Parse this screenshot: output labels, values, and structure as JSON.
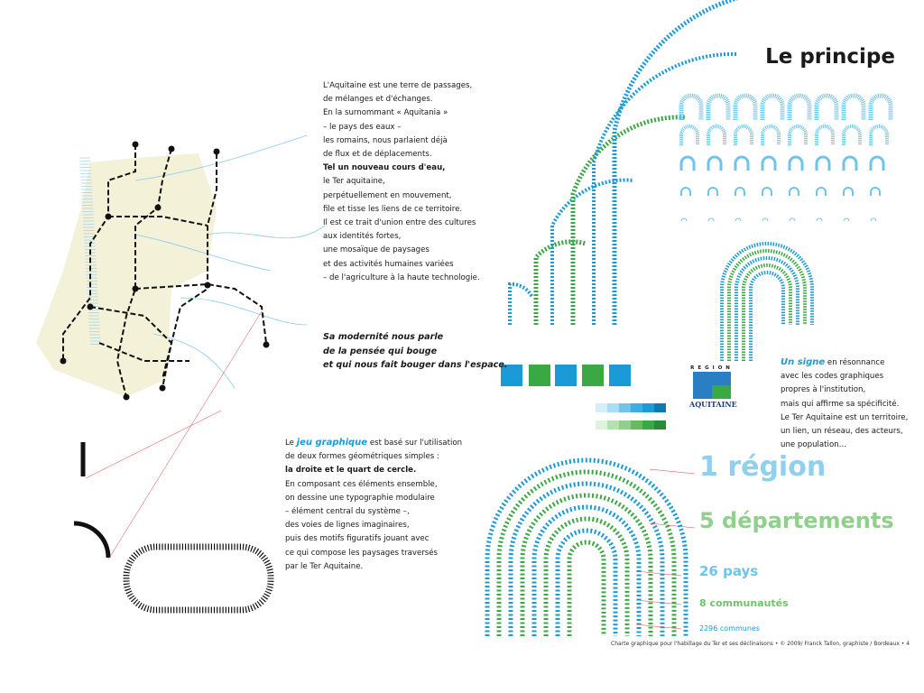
{
  "title": "Le principe",
  "intro": [
    "L'Aquitaine est une terre de passages,",
    "de mélanges et d'échanges.",
    "En la surnommant « Aquitania »",
    "– le pays des eaux –",
    "les romains, nous parlaient déjà",
    "de flux et de déplacements.",
    "Tel un nouveau cours d'eau,",
    "le Ter aquitaine,",
    "perpétuellement en mouvement,",
    "file et tisse les liens de ce territoire.",
    "Il est ce trait d'union entre des cultures",
    "aux identités fortes,",
    "une mosaïque de paysages",
    "et des activités humaines variées",
    "– de l'agriculture à la haute technologie."
  ],
  "quote": [
    "Sa modernité nous parle",
    "de la pensée qui bouge",
    "et qui nous fait bouger dans l'espace."
  ],
  "jeu": {
    "lead": "Le",
    "accent": "jeu graphique",
    "rest": "est basé sur l'utilisation",
    "lines": [
      "de deux formes géométriques simples :",
      "la droite et le quart de cercle.",
      "En composant ces éléments ensemble,",
      "on dessine une typographie modulaire",
      "– élément central du système –,",
      "des voies de lignes imaginaires,",
      "puis des motifs figuratifs jouant avec",
      "ce qui compose les paysages traversés",
      "par le Ter Aquitaine."
    ]
  },
  "signe": {
    "accent": "Un signe",
    "rest": "en résonnance",
    "lines": [
      "avec les codes graphiques",
      "propres à l'institution,",
      "mais qui affirme sa spécificité.",
      "Le Ter Aquitaine est un territoire,",
      "un lien, un réseau, des acteurs,",
      "une population…"
    ]
  },
  "logo": {
    "top": "REGION",
    "bottom": "AQUITAINE"
  },
  "stats": [
    "1 région",
    "5 départements",
    "26 pays",
    "8 communautés",
    "2296 communes"
  ],
  "footer": "Charte graphique pour l'habillage du Ter et ses déclinaisons • © 2009/ Franck Tallon, graphiste / Bordeaux • 4",
  "colors": {
    "blue": "#1a9ad6",
    "green": "#3aa843",
    "map": "#f3f2d8"
  }
}
